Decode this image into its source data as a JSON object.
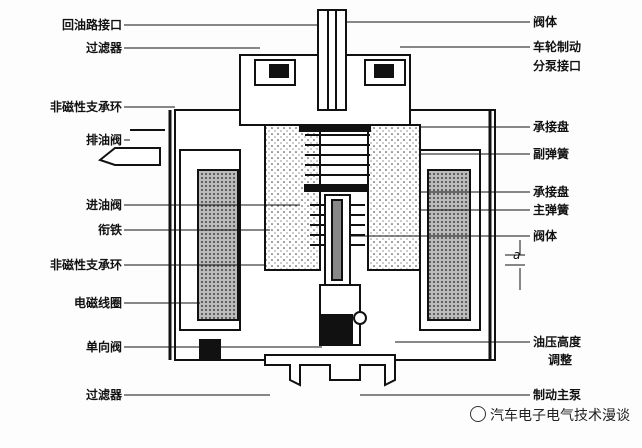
{
  "left_labels": [
    "回油路接口",
    "过滤器",
    "非磁性支承环",
    "排油阀",
    "进油阀",
    "衔铁",
    "非磁性支承环",
    "电磁线圈",
    "单向阀",
    "过滤器"
  ],
  "right_labels": [
    "阀体",
    "车轮制动",
    "分泵接口",
    "承接盘",
    "副弹簧",
    "承接盘",
    "主弹簧",
    "阀体",
    "a",
    "油压高度",
    "调整",
    "制动主泵"
  ],
  "watermark": "汽车电子电气技术漫谈",
  "colors": {
    "line": "#111111",
    "background": "#fdfdfd"
  }
}
